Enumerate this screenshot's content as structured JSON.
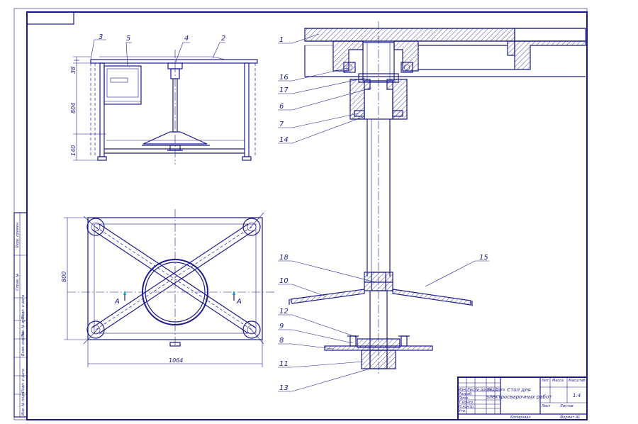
{
  "labels": {
    "l1": "1",
    "l2": "2",
    "l3": "3",
    "l4": "4",
    "l5": "5",
    "l6": "6",
    "l7": "7",
    "l8": "8",
    "l9": "9",
    "l10": "10",
    "l11": "11",
    "l12": "12",
    "l13": "13",
    "l14": "14",
    "l15": "15",
    "l16": "16",
    "l17": "17",
    "l18": "18"
  },
  "dimensions": {
    "height_total": "804",
    "height_low": "140",
    "height_top": "38",
    "plan_height": "800",
    "plan_width": "1064"
  },
  "section_marks": {
    "left": "A",
    "right": "A"
  },
  "title_block": {
    "title_line1": "Стол для",
    "title_line2": "электросварочных работ",
    "scale": "1:4",
    "col_mass": "Масса",
    "col_scale": "Масштаб",
    "col_lit": "Лит.",
    "sheet": "Лист",
    "sheets": "Листов",
    "copied": "Копировал",
    "format": "Формат А1",
    "rows": [
      "Изм.",
      "Лист",
      "№ докум.",
      "Подп.",
      "Дата",
      "Разраб.",
      "Пров.",
      "Т.контр.",
      "Н.контр.",
      "Утв."
    ]
  },
  "side_stamp": {
    "s1": "Перв. примен.",
    "s2": "Справ. №",
    "s3": "Подп. и дата",
    "s4": "Инв. № дубл.",
    "s5": "Взам. инв. №",
    "s6": "Подп. и дата",
    "s7": "Инв. № подл."
  }
}
